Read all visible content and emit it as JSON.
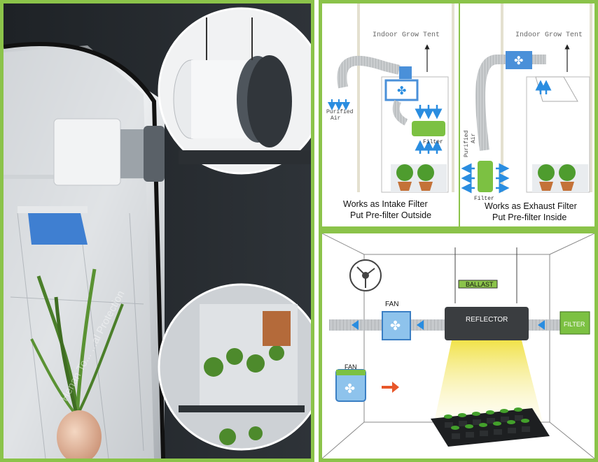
{
  "photo": {
    "watermark": "Henan To... ...al Protection"
  },
  "intake_diagram": {
    "left": {
      "title": "Indoor Grow Tent",
      "air_label_line1": "Purified",
      "air_label_line2": "Air",
      "filter_label": "Filter",
      "caption_line1": "Works as Intake Filter",
      "caption_line2": "Put Pre-filter Outside"
    },
    "right": {
      "title": "Indoor Grow Tent",
      "air_label_line1": "Purified",
      "air_label_line2": "Air",
      "filter_label": "Filter",
      "caption_line1": "Works as Exhaust Filter",
      "caption_line2": "Put Pre-filter Inside"
    }
  },
  "room_diagram": {
    "ballast_label": "BALLAST",
    "fan_label": "FAN",
    "reflector_label": "REFLECTOR",
    "filter_label": "FILTER",
    "fan2_label": "FAN"
  },
  "colors": {
    "border": "#8bc34a",
    "duct_blue": "#4a90d9",
    "filter_green": "#7cc142",
    "light_yellow": "#f5e663"
  }
}
